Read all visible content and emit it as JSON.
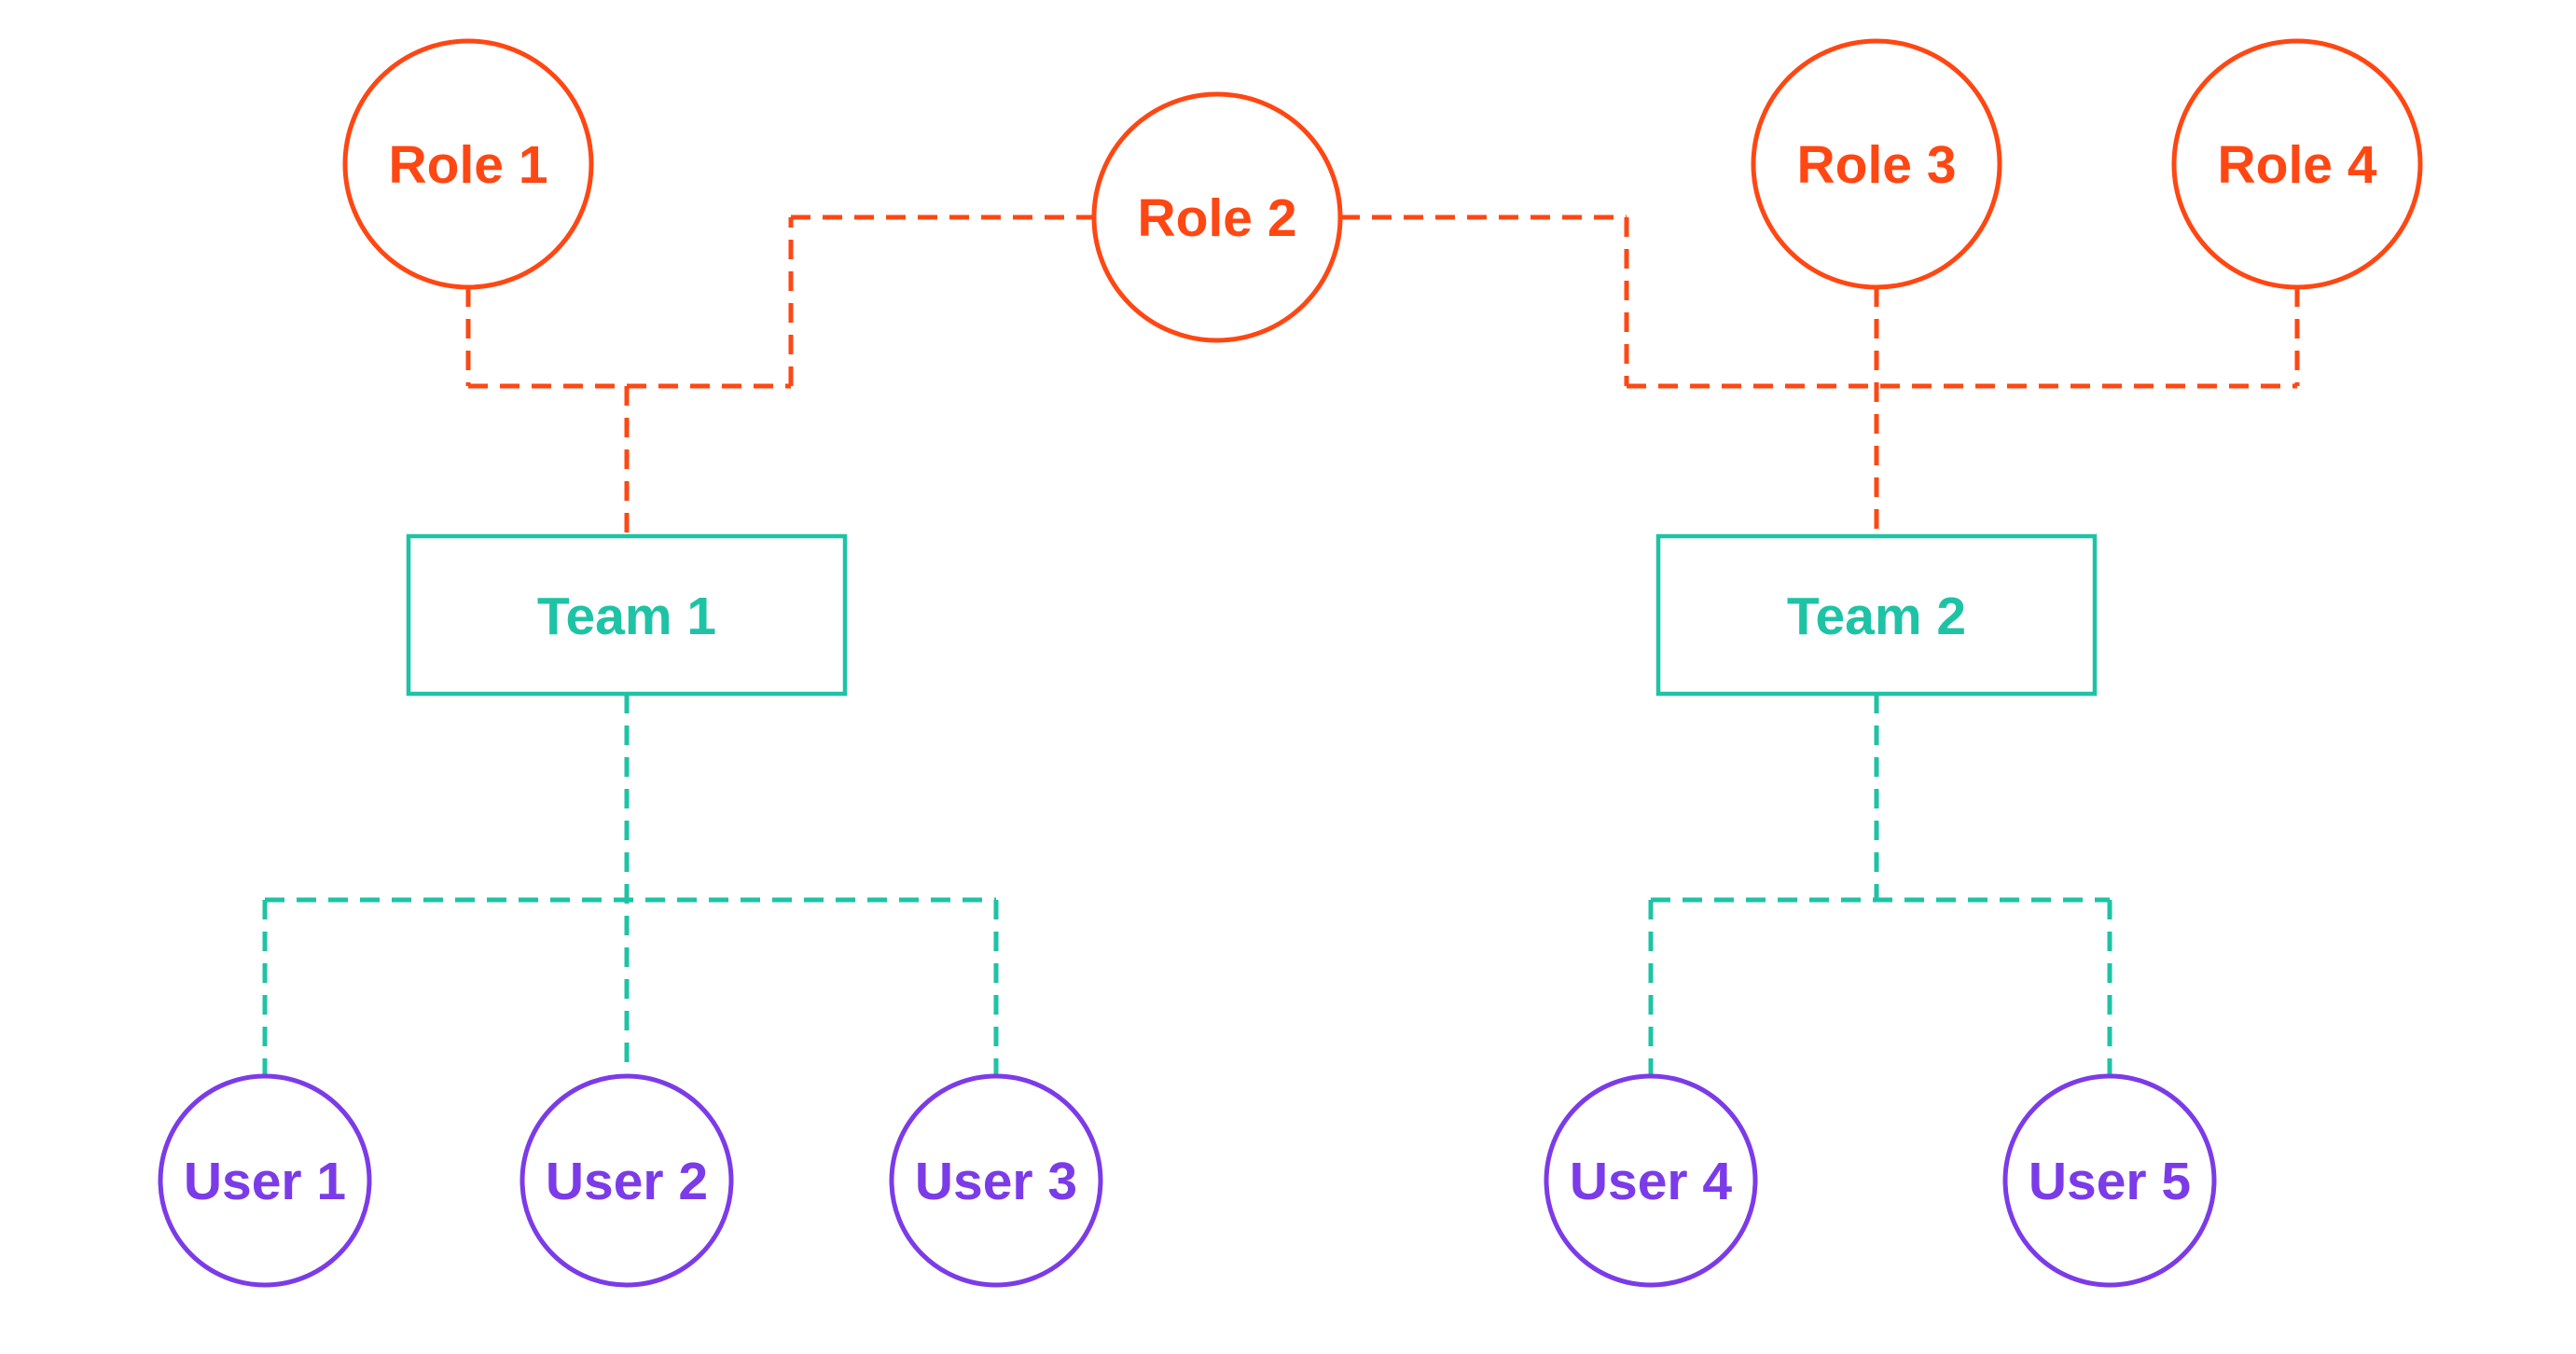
{
  "diagram": {
    "type": "role-team-user-relationship-diagram",
    "background": "#FFFFFF",
    "colors": {
      "role_accent": "#FF4713",
      "team_accent": "#1EC3A6",
      "user_accent": "#7C3BE8"
    },
    "edge_style": "dashed",
    "roles": [
      {
        "id": "role-1",
        "label": "Role 1",
        "shape": "circle"
      },
      {
        "id": "role-2",
        "label": "Role 2",
        "shape": "circle"
      },
      {
        "id": "role-3",
        "label": "Role 3",
        "shape": "circle"
      },
      {
        "id": "role-4",
        "label": "Role 4",
        "shape": "circle"
      }
    ],
    "teams": [
      {
        "id": "team-1",
        "label": "Team 1",
        "shape": "rectangle"
      },
      {
        "id": "team-2",
        "label": "Team 2",
        "shape": "rectangle"
      }
    ],
    "users": [
      {
        "id": "user-1",
        "label": "User 1",
        "shape": "circle"
      },
      {
        "id": "user-2",
        "label": "User 2",
        "shape": "circle"
      },
      {
        "id": "user-3",
        "label": "User 3",
        "shape": "circle"
      },
      {
        "id": "user-4",
        "label": "User 4",
        "shape": "circle"
      },
      {
        "id": "user-5",
        "label": "User 5",
        "shape": "circle"
      }
    ],
    "edges": [
      {
        "from": "role-1",
        "to": "team-1"
      },
      {
        "from": "role-2",
        "to": "team-1"
      },
      {
        "from": "role-2",
        "to": "team-2"
      },
      {
        "from": "role-3",
        "to": "team-2"
      },
      {
        "from": "role-4",
        "to": "team-2"
      },
      {
        "from": "team-1",
        "to": "user-1"
      },
      {
        "from": "team-1",
        "to": "user-2"
      },
      {
        "from": "team-1",
        "to": "user-3"
      },
      {
        "from": "team-2",
        "to": "user-4"
      },
      {
        "from": "team-2",
        "to": "user-5"
      }
    ]
  }
}
